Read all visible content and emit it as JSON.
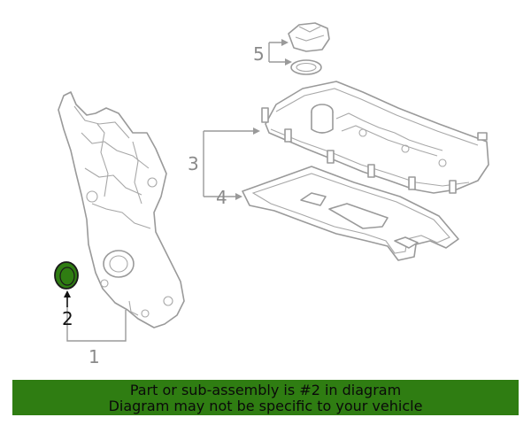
{
  "callouts": {
    "c1": "1",
    "c2": "2",
    "c3": "3",
    "c4": "4",
    "c5": "5"
  },
  "highlight": {
    "part_number": "2",
    "seal_fill": "#2f7d12"
  },
  "banner": {
    "line1": "Part or sub-assembly is #2 in diagram",
    "line2": "Diagram may not be specific to your vehicle",
    "background": "#2f7d12"
  }
}
